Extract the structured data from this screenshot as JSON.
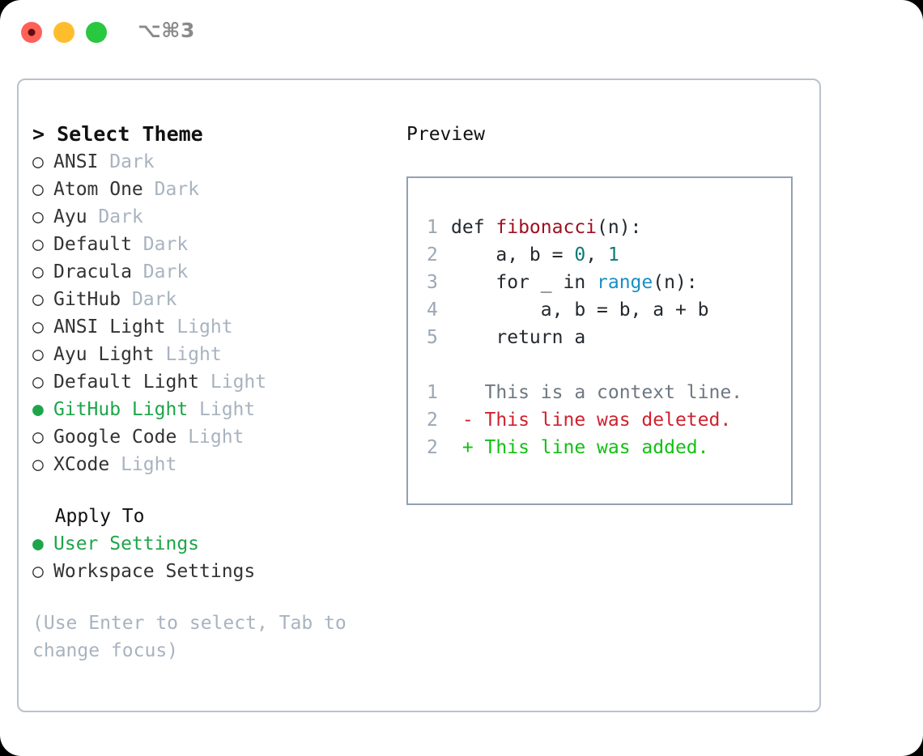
{
  "window": {
    "traffic_lights": [
      "close",
      "minimize",
      "zoom"
    ],
    "shortcut_label": "⌥⌘3",
    "colors": {
      "red": "#ff6058",
      "yellow": "#ffbd2e",
      "green": "#28c840",
      "accent_green": "#1ea54a",
      "border": "#b9c2cc",
      "muted": "#a8b3c0"
    }
  },
  "theme_picker": {
    "heading": "> Select Theme",
    "bullet_on": "●",
    "bullet_off": "○",
    "items": [
      {
        "name": "ANSI",
        "variant": "Dark",
        "selected": false
      },
      {
        "name": "Atom One",
        "variant": "Dark",
        "selected": false
      },
      {
        "name": "Ayu",
        "variant": "Dark",
        "selected": false
      },
      {
        "name": "Default",
        "variant": "Dark",
        "selected": false
      },
      {
        "name": "Dracula",
        "variant": "Dark",
        "selected": false
      },
      {
        "name": "GitHub",
        "variant": "Dark",
        "selected": false
      },
      {
        "name": "ANSI Light",
        "variant": "Light",
        "selected": false
      },
      {
        "name": "Ayu Light",
        "variant": "Light",
        "selected": false
      },
      {
        "name": "Default Light",
        "variant": "Light",
        "selected": false
      },
      {
        "name": "GitHub Light",
        "variant": "Light",
        "selected": true
      },
      {
        "name": "Google Code",
        "variant": "Light",
        "selected": false
      },
      {
        "name": "XCode",
        "variant": "Light",
        "selected": false
      }
    ]
  },
  "apply_to": {
    "label": "  Apply To",
    "options": [
      {
        "name": "User Settings",
        "selected": true
      },
      {
        "name": "Workspace Settings",
        "selected": false
      }
    ]
  },
  "hint": "(Use Enter to select, Tab to change focus)",
  "preview": {
    "title": "Preview",
    "code_lines": [
      {
        "num": "1",
        "segments": [
          {
            "text": "def ",
            "kind": "plain"
          },
          {
            "text": "fibonacci",
            "kind": "fn"
          },
          {
            "text": "(n):",
            "kind": "plain"
          }
        ]
      },
      {
        "num": "2",
        "segments": [
          {
            "text": "    a, b = ",
            "kind": "plain"
          },
          {
            "text": "0",
            "kind": "num"
          },
          {
            "text": ", ",
            "kind": "plain"
          },
          {
            "text": "1",
            "kind": "num"
          }
        ]
      },
      {
        "num": "3",
        "segments": [
          {
            "text": "    for _ in ",
            "kind": "plain"
          },
          {
            "text": "range",
            "kind": "call"
          },
          {
            "text": "(n):",
            "kind": "plain"
          }
        ]
      },
      {
        "num": "4",
        "segments": [
          {
            "text": "        a, b = b, a + b",
            "kind": "plain"
          }
        ]
      },
      {
        "num": "5",
        "segments": [
          {
            "text": "    return a",
            "kind": "plain"
          }
        ]
      }
    ],
    "diff_lines": [
      {
        "num": "1",
        "marker": "  ",
        "text": "This is a context line.",
        "kind": "ctx"
      },
      {
        "num": "2",
        "marker": "- ",
        "text": "This line was deleted.",
        "kind": "del"
      },
      {
        "num": "2",
        "marker": "+ ",
        "text": "This line was added.",
        "kind": "add"
      }
    ]
  }
}
